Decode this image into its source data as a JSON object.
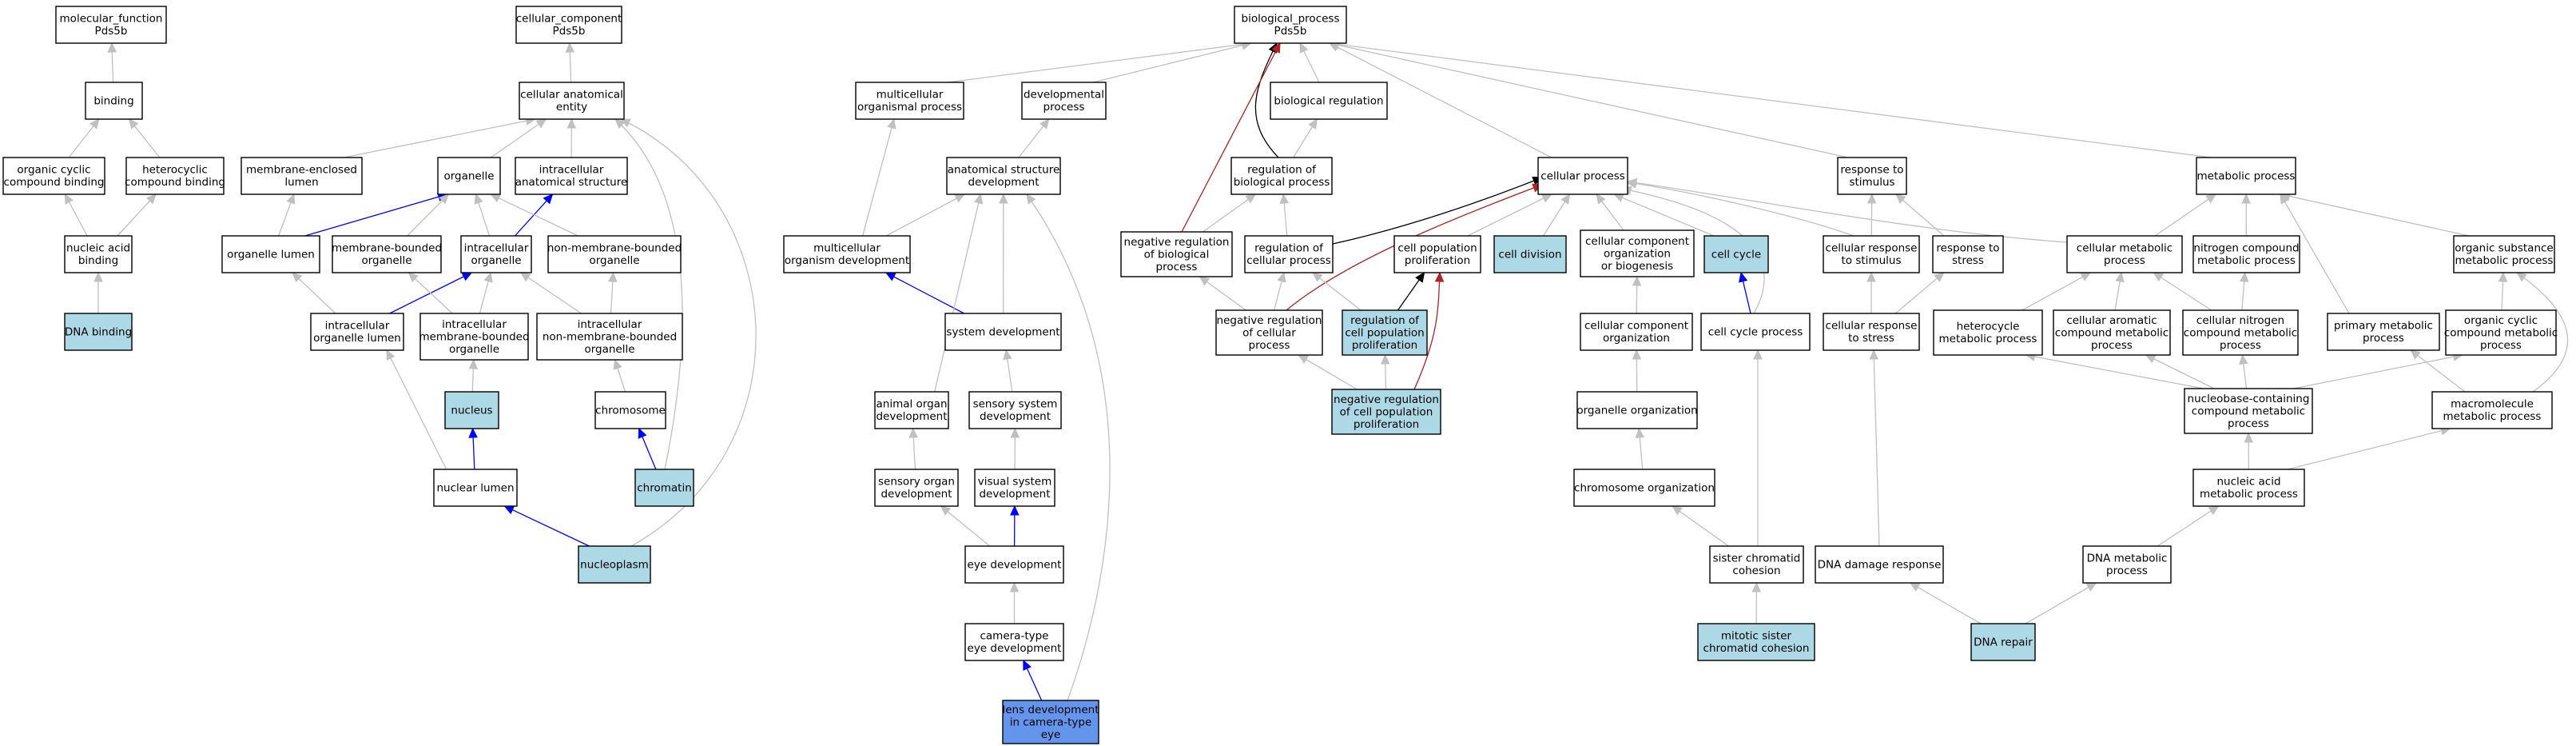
{
  "colors": {
    "plain": "#ffffff",
    "highlight": "#add8e6",
    "query": "#6495ed",
    "is_a": "#c0c0c0",
    "part_of": "#0000ff",
    "regulates": "#000000",
    "negatively_regulates": "#b22222"
  },
  "nodes": [
    {
      "id": "mf_root",
      "lines": [
        "molecular_function",
        "Pds5b"
      ],
      "fill": "plain"
    },
    {
      "id": "binding",
      "lines": [
        "binding"
      ],
      "fill": "plain"
    },
    {
      "id": "org_cyclic_binding",
      "lines": [
        "organic cyclic",
        "compound binding"
      ],
      "fill": "plain"
    },
    {
      "id": "het_binding",
      "lines": [
        "heterocyclic",
        "compound binding"
      ],
      "fill": "plain"
    },
    {
      "id": "na_binding",
      "lines": [
        "nucleic acid",
        "binding"
      ],
      "fill": "plain"
    },
    {
      "id": "dna_binding",
      "lines": [
        "DNA binding"
      ],
      "fill": "highlight"
    },
    {
      "id": "cc_root",
      "lines": [
        "cellular_component",
        "Pds5b"
      ],
      "fill": "plain"
    },
    {
      "id": "cae",
      "lines": [
        "cellular anatomical",
        "entity"
      ],
      "fill": "plain"
    },
    {
      "id": "membrane_lumen",
      "lines": [
        "membrane-enclosed",
        "lumen"
      ],
      "fill": "plain"
    },
    {
      "id": "organelle",
      "lines": [
        "organelle"
      ],
      "fill": "plain"
    },
    {
      "id": "intra_anat",
      "lines": [
        "intracellular",
        "anatomical structure"
      ],
      "fill": "plain"
    },
    {
      "id": "organelle_lumen",
      "lines": [
        "organelle lumen"
      ],
      "fill": "plain"
    },
    {
      "id": "membrane_bounded",
      "lines": [
        "membrane-bounded",
        "organelle"
      ],
      "fill": "plain"
    },
    {
      "id": "intra_organelle",
      "lines": [
        "intracellular",
        "organelle"
      ],
      "fill": "plain"
    },
    {
      "id": "nonmem_bounded",
      "lines": [
        "non-membrane-bounded",
        "organelle"
      ],
      "fill": "plain"
    },
    {
      "id": "intra_org_lumen",
      "lines": [
        "intracellular",
        "organelle lumen"
      ],
      "fill": "plain"
    },
    {
      "id": "intra_mem_bounded",
      "lines": [
        "intracellular",
        "membrane-bounded",
        "organelle"
      ],
      "fill": "plain"
    },
    {
      "id": "intra_nonmem",
      "lines": [
        "intracellular",
        "non-membrane-bounded",
        "organelle"
      ],
      "fill": "plain"
    },
    {
      "id": "nucleus",
      "lines": [
        "nucleus"
      ],
      "fill": "highlight"
    },
    {
      "id": "chromosome",
      "lines": [
        "chromosome"
      ],
      "fill": "plain"
    },
    {
      "id": "nuclear_lumen",
      "lines": [
        "nuclear lumen"
      ],
      "fill": "plain"
    },
    {
      "id": "chromatin",
      "lines": [
        "chromatin"
      ],
      "fill": "highlight"
    },
    {
      "id": "nucleoplasm",
      "lines": [
        "nucleoplasm"
      ],
      "fill": "highlight"
    },
    {
      "id": "bp_root",
      "lines": [
        "biological_process",
        "Pds5b"
      ],
      "fill": "plain"
    },
    {
      "id": "multicell",
      "lines": [
        "multicellular",
        "organismal process"
      ],
      "fill": "plain"
    },
    {
      "id": "dev_process",
      "lines": [
        "developmental",
        "process"
      ],
      "fill": "plain"
    },
    {
      "id": "bio_reg",
      "lines": [
        "biological regulation"
      ],
      "fill": "plain"
    },
    {
      "id": "anat_dev",
      "lines": [
        "anatomical structure",
        "development"
      ],
      "fill": "plain"
    },
    {
      "id": "reg_bio",
      "lines": [
        "regulation of",
        "biological process"
      ],
      "fill": "plain"
    },
    {
      "id": "multi_org_dev",
      "lines": [
        "multicellular",
        "organism development"
      ],
      "fill": "plain"
    },
    {
      "id": "neg_reg_bio",
      "lines": [
        "negative regulation",
        "of biological",
        "process"
      ],
      "fill": "plain"
    },
    {
      "id": "reg_cell_proc",
      "lines": [
        "regulation of",
        "cellular process"
      ],
      "fill": "plain"
    },
    {
      "id": "system_dev",
      "lines": [
        "system development"
      ],
      "fill": "plain"
    },
    {
      "id": "neg_reg_cell",
      "lines": [
        "negative regulation",
        "of cellular",
        "process"
      ],
      "fill": "plain"
    },
    {
      "id": "reg_cell_pop",
      "lines": [
        "regulation of",
        "cell population",
        "proliferation"
      ],
      "fill": "highlight"
    },
    {
      "id": "neg_reg_cell_pop",
      "lines": [
        "negative regulation",
        "of cell population",
        "proliferation"
      ],
      "fill": "highlight"
    },
    {
      "id": "animal_organ",
      "lines": [
        "animal organ",
        "development"
      ],
      "fill": "plain"
    },
    {
      "id": "sensory_sys",
      "lines": [
        "sensory system",
        "development"
      ],
      "fill": "plain"
    },
    {
      "id": "sensory_organ",
      "lines": [
        "sensory organ",
        "development"
      ],
      "fill": "plain"
    },
    {
      "id": "visual_sys",
      "lines": [
        "visual system",
        "development"
      ],
      "fill": "plain"
    },
    {
      "id": "eye_dev",
      "lines": [
        "eye development"
      ],
      "fill": "plain"
    },
    {
      "id": "camera_eye",
      "lines": [
        "camera-type",
        "eye development"
      ],
      "fill": "plain"
    },
    {
      "id": "lens_dev",
      "lines": [
        "lens development",
        "in camera-type",
        "eye"
      ],
      "fill": "query"
    },
    {
      "id": "cell_proc",
      "lines": [
        "cellular process"
      ],
      "fill": "plain"
    },
    {
      "id": "cell_pop_prolif",
      "lines": [
        "cell population",
        "proliferation"
      ],
      "fill": "plain"
    },
    {
      "id": "cell_div",
      "lines": [
        "cell division"
      ],
      "fill": "highlight"
    },
    {
      "id": "ccob",
      "lines": [
        "cellular component",
        "organization",
        "or biogenesis"
      ],
      "fill": "plain"
    },
    {
      "id": "cell_cycle",
      "lines": [
        "cell cycle"
      ],
      "fill": "highlight"
    },
    {
      "id": "cell_resp_stim",
      "lines": [
        "cellular response",
        "to stimulus"
      ],
      "fill": "plain"
    },
    {
      "id": "resp_stim",
      "lines": [
        "response to",
        "stimulus"
      ],
      "fill": "plain"
    },
    {
      "id": "resp_stress",
      "lines": [
        "response to",
        "stress"
      ],
      "fill": "plain"
    },
    {
      "id": "cc_org",
      "lines": [
        "cellular component",
        "organization"
      ],
      "fill": "plain"
    },
    {
      "id": "cell_cycle_proc",
      "lines": [
        "cell cycle process"
      ],
      "fill": "plain"
    },
    {
      "id": "cell_resp_stress",
      "lines": [
        "cellular response",
        "to stress"
      ],
      "fill": "plain"
    },
    {
      "id": "organelle_org",
      "lines": [
        "organelle organization"
      ],
      "fill": "plain"
    },
    {
      "id": "chrom_org",
      "lines": [
        "chromosome organization"
      ],
      "fill": "plain"
    },
    {
      "id": "sister_coh",
      "lines": [
        "sister chromatid",
        "cohesion"
      ],
      "fill": "plain"
    },
    {
      "id": "mitotic_sister",
      "lines": [
        "mitotic sister",
        "chromatid cohesion"
      ],
      "fill": "highlight"
    },
    {
      "id": "dna_damage",
      "lines": [
        "DNA damage response"
      ],
      "fill": "plain"
    },
    {
      "id": "metabolic",
      "lines": [
        "metabolic process"
      ],
      "fill": "plain"
    },
    {
      "id": "cell_metabolic",
      "lines": [
        "cellular metabolic",
        "process"
      ],
      "fill": "plain"
    },
    {
      "id": "nitrogen_met",
      "lines": [
        "nitrogen compound",
        "metabolic process"
      ],
      "fill": "plain"
    },
    {
      "id": "org_subst_met",
      "lines": [
        "organic substance",
        "metabolic process"
      ],
      "fill": "plain"
    },
    {
      "id": "heterocycle_met",
      "lines": [
        "heterocycle",
        "metabolic process"
      ],
      "fill": "plain"
    },
    {
      "id": "cell_aromatic",
      "lines": [
        "cellular aromatic",
        "compound metabolic",
        "process"
      ],
      "fill": "plain"
    },
    {
      "id": "cell_nitrogen",
      "lines": [
        "cellular nitrogen",
        "compound metabolic",
        "process"
      ],
      "fill": "plain"
    },
    {
      "id": "primary_met",
      "lines": [
        "primary metabolic",
        "process"
      ],
      "fill": "plain"
    },
    {
      "id": "org_cyclic_met",
      "lines": [
        "organic cyclic",
        "compound metabolic",
        "process"
      ],
      "fill": "plain"
    },
    {
      "id": "nucleobase",
      "lines": [
        "nucleobase-containing",
        "compound metabolic",
        "process"
      ],
      "fill": "plain"
    },
    {
      "id": "macromolecule",
      "lines": [
        "macromolecule",
        "metabolic process"
      ],
      "fill": "plain"
    },
    {
      "id": "nucleic_met",
      "lines": [
        "nucleic acid",
        "metabolic process"
      ],
      "fill": "plain"
    },
    {
      "id": "dna_met",
      "lines": [
        "DNA metabolic",
        "process"
      ],
      "fill": "plain"
    },
    {
      "id": "dna_repair",
      "lines": [
        "DNA repair"
      ],
      "fill": "highlight"
    }
  ],
  "edges": [
    {
      "from": "binding",
      "to": "mf_root",
      "type": "is_a"
    },
    {
      "from": "org_cyclic_binding",
      "to": "binding",
      "type": "is_a"
    },
    {
      "from": "het_binding",
      "to": "binding",
      "type": "is_a"
    },
    {
      "from": "na_binding",
      "to": "org_cyclic_binding",
      "type": "is_a"
    },
    {
      "from": "na_binding",
      "to": "het_binding",
      "type": "is_a"
    },
    {
      "from": "dna_binding",
      "to": "na_binding",
      "type": "is_a"
    },
    {
      "from": "cae",
      "to": "cc_root",
      "type": "is_a"
    },
    {
      "from": "membrane_lumen",
      "to": "cae",
      "type": "is_a"
    },
    {
      "from": "organelle",
      "to": "cae",
      "type": "is_a"
    },
    {
      "from": "intra_anat",
      "to": "cae",
      "type": "is_a"
    },
    {
      "from": "organelle_lumen",
      "to": "membrane_lumen",
      "type": "is_a"
    },
    {
      "from": "organelle_lumen",
      "to": "organelle",
      "type": "part_of"
    },
    {
      "from": "membrane_bounded",
      "to": "organelle",
      "type": "is_a"
    },
    {
      "from": "intra_organelle",
      "to": "organelle",
      "type": "is_a"
    },
    {
      "from": "intra_organelle",
      "to": "intra_anat",
      "type": "part_of"
    },
    {
      "from": "nonmem_bounded",
      "to": "organelle",
      "type": "is_a"
    },
    {
      "from": "intra_org_lumen",
      "to": "organelle_lumen",
      "type": "is_a"
    },
    {
      "from": "intra_org_lumen",
      "to": "intra_organelle",
      "type": "part_of"
    },
    {
      "from": "intra_mem_bounded",
      "to": "membrane_bounded",
      "type": "is_a"
    },
    {
      "from": "intra_mem_bounded",
      "to": "intra_organelle",
      "type": "is_a"
    },
    {
      "from": "intra_nonmem",
      "to": "intra_organelle",
      "type": "is_a"
    },
    {
      "from": "intra_nonmem",
      "to": "nonmem_bounded",
      "type": "is_a"
    },
    {
      "from": "nucleus",
      "to": "intra_mem_bounded",
      "type": "is_a"
    },
    {
      "from": "chromosome",
      "to": "intra_nonmem",
      "type": "is_a"
    },
    {
      "from": "nuclear_lumen",
      "to": "intra_org_lumen",
      "type": "is_a"
    },
    {
      "from": "nuclear_lumen",
      "to": "nucleus",
      "type": "part_of"
    },
    {
      "from": "chromatin",
      "to": "chromosome",
      "type": "part_of"
    },
    {
      "from": "chromatin",
      "to": "cae",
      "type": "is_a"
    },
    {
      "from": "nucleoplasm",
      "to": "nuclear_lumen",
      "type": "part_of"
    },
    {
      "from": "nucleoplasm",
      "to": "cae",
      "type": "is_a"
    },
    {
      "from": "multicell",
      "to": "bp_root",
      "type": "is_a"
    },
    {
      "from": "dev_process",
      "to": "bp_root",
      "type": "is_a"
    },
    {
      "from": "bio_reg",
      "to": "bp_root",
      "type": "is_a"
    },
    {
      "from": "cell_proc",
      "to": "bp_root",
      "type": "is_a"
    },
    {
      "from": "resp_stim",
      "to": "bp_root",
      "type": "is_a"
    },
    {
      "from": "metabolic",
      "to": "bp_root",
      "type": "is_a"
    },
    {
      "from": "anat_dev",
      "to": "dev_process",
      "type": "is_a"
    },
    {
      "from": "reg_bio",
      "to": "bio_reg",
      "type": "is_a"
    },
    {
      "from": "reg_bio",
      "to": "bp_root",
      "type": "regulates"
    },
    {
      "from": "multi_org_dev",
      "to": "multicell",
      "type": "is_a"
    },
    {
      "from": "multi_org_dev",
      "to": "anat_dev",
      "type": "is_a"
    },
    {
      "from": "neg_reg_bio",
      "to": "reg_bio",
      "type": "is_a"
    },
    {
      "from": "neg_reg_bio",
      "to": "bp_root",
      "type": "negatively_regulates"
    },
    {
      "from": "reg_cell_proc",
      "to": "reg_bio",
      "type": "is_a"
    },
    {
      "from": "reg_cell_proc",
      "to": "cell_proc",
      "type": "regulates"
    },
    {
      "from": "system_dev",
      "to": "multi_org_dev",
      "type": "part_of"
    },
    {
      "from": "system_dev",
      "to": "anat_dev",
      "type": "is_a"
    },
    {
      "from": "neg_reg_cell",
      "to": "neg_reg_bio",
      "type": "is_a"
    },
    {
      "from": "neg_reg_cell",
      "to": "reg_cell_proc",
      "type": "is_a"
    },
    {
      "from": "neg_reg_cell",
      "to": "cell_proc",
      "type": "negatively_regulates"
    },
    {
      "from": "reg_cell_pop",
      "to": "reg_cell_proc",
      "type": "is_a"
    },
    {
      "from": "reg_cell_pop",
      "to": "cell_pop_prolif",
      "type": "regulates"
    },
    {
      "from": "neg_reg_cell_pop",
      "to": "neg_reg_cell",
      "type": "is_a"
    },
    {
      "from": "neg_reg_cell_pop",
      "to": "reg_cell_pop",
      "type": "is_a"
    },
    {
      "from": "neg_reg_cell_pop",
      "to": "cell_pop_prolif",
      "type": "negatively_regulates"
    },
    {
      "from": "animal_organ",
      "to": "anat_dev",
      "type": "is_a"
    },
    {
      "from": "sensory_sys",
      "to": "system_dev",
      "type": "is_a"
    },
    {
      "from": "sensory_organ",
      "to": "animal_organ",
      "type": "is_a"
    },
    {
      "from": "visual_sys",
      "to": "sensory_sys",
      "type": "is_a"
    },
    {
      "from": "eye_dev",
      "to": "sensory_organ",
      "type": "is_a"
    },
    {
      "from": "eye_dev",
      "to": "visual_sys",
      "type": "part_of"
    },
    {
      "from": "camera_eye",
      "to": "eye_dev",
      "type": "is_a"
    },
    {
      "from": "lens_dev",
      "to": "camera_eye",
      "type": "part_of"
    },
    {
      "from": "lens_dev",
      "to": "anat_dev",
      "type": "is_a"
    },
    {
      "from": "cell_pop_prolif",
      "to": "cell_proc",
      "type": "is_a"
    },
    {
      "from": "cell_div",
      "to": "cell_proc",
      "type": "is_a"
    },
    {
      "from": "ccob",
      "to": "cell_proc",
      "type": "is_a"
    },
    {
      "from": "cell_cycle",
      "to": "cell_proc",
      "type": "is_a"
    },
    {
      "from": "cell_resp_stim",
      "to": "cell_proc",
      "type": "is_a"
    },
    {
      "from": "cell_resp_stim",
      "to": "resp_stim",
      "type": "is_a"
    },
    {
      "from": "resp_stress",
      "to": "resp_stim",
      "type": "is_a"
    },
    {
      "from": "cc_org",
      "to": "ccob",
      "type": "is_a"
    },
    {
      "from": "cell_cycle_proc",
      "to": "cell_cycle",
      "type": "part_of"
    },
    {
      "from": "cell_cycle_proc",
      "to": "cell_proc",
      "type": "is_a"
    },
    {
      "from": "cell_resp_stress",
      "to": "cell_resp_stim",
      "type": "is_a"
    },
    {
      "from": "cell_resp_stress",
      "to": "resp_stress",
      "type": "is_a"
    },
    {
      "from": "organelle_org",
      "to": "cc_org",
      "type": "is_a"
    },
    {
      "from": "chrom_org",
      "to": "organelle_org",
      "type": "is_a"
    },
    {
      "from": "sister_coh",
      "to": "chrom_org",
      "type": "is_a"
    },
    {
      "from": "sister_coh",
      "to": "cell_cycle_proc",
      "type": "is_a"
    },
    {
      "from": "mitotic_sister",
      "to": "sister_coh",
      "type": "is_a"
    },
    {
      "from": "dna_damage",
      "to": "cell_resp_stress",
      "type": "is_a"
    },
    {
      "from": "cell_metabolic",
      "to": "metabolic",
      "type": "is_a"
    },
    {
      "from": "cell_metabolic",
      "to": "cell_proc",
      "type": "is_a"
    },
    {
      "from": "nitrogen_met",
      "to": "metabolic",
      "type": "is_a"
    },
    {
      "from": "org_subst_met",
      "to": "metabolic",
      "type": "is_a"
    },
    {
      "from": "heterocycle_met",
      "to": "cell_metabolic",
      "type": "is_a"
    },
    {
      "from": "cell_aromatic",
      "to": "cell_metabolic",
      "type": "is_a"
    },
    {
      "from": "cell_nitrogen",
      "to": "cell_metabolic",
      "type": "is_a"
    },
    {
      "from": "cell_nitrogen",
      "to": "nitrogen_met",
      "type": "is_a"
    },
    {
      "from": "primary_met",
      "to": "metabolic",
      "type": "is_a"
    },
    {
      "from": "org_cyclic_met",
      "to": "org_subst_met",
      "type": "is_a"
    },
    {
      "from": "nucleobase",
      "to": "heterocycle_met",
      "type": "is_a"
    },
    {
      "from": "nucleobase",
      "to": "cell_aromatic",
      "type": "is_a"
    },
    {
      "from": "nucleobase",
      "to": "cell_nitrogen",
      "type": "is_a"
    },
    {
      "from": "nucleobase",
      "to": "org_cyclic_met",
      "type": "is_a"
    },
    {
      "from": "macromolecule",
      "to": "primary_met",
      "type": "is_a"
    },
    {
      "from": "macromolecule",
      "to": "org_subst_met",
      "type": "is_a"
    },
    {
      "from": "nucleic_met",
      "to": "nucleobase",
      "type": "is_a"
    },
    {
      "from": "nucleic_met",
      "to": "macromolecule",
      "type": "is_a"
    },
    {
      "from": "dna_met",
      "to": "nucleic_met",
      "type": "is_a"
    },
    {
      "from": "dna_repair",
      "to": "dna_damage",
      "type": "is_a"
    },
    {
      "from": "dna_repair",
      "to": "dna_met",
      "type": "is_a"
    }
  ]
}
